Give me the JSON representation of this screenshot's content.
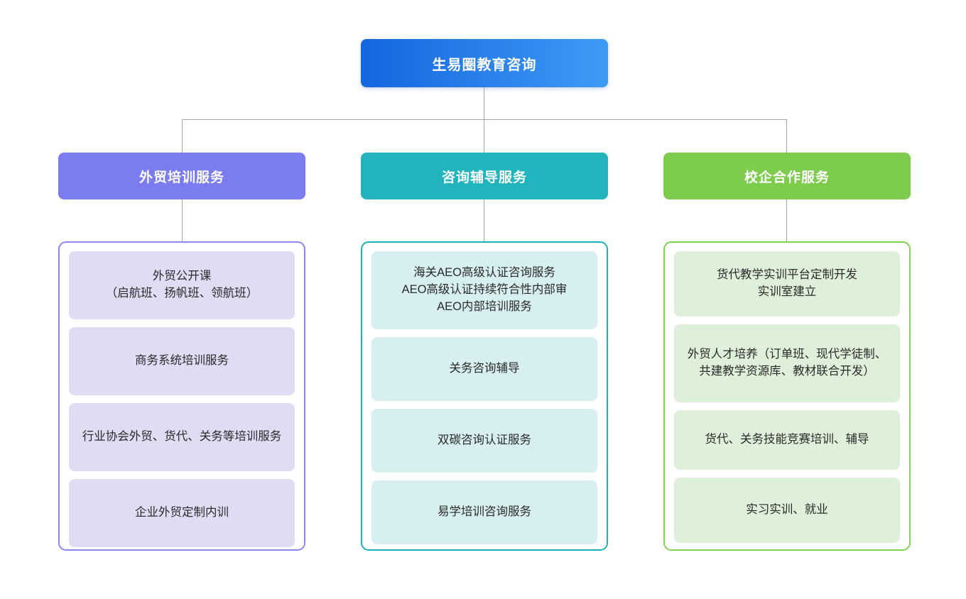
{
  "diagram": {
    "type": "organization-tree",
    "root": {
      "label": "生易圈教育咨询",
      "color_start": "#1666e0",
      "color_end": "#3d9bf5"
    },
    "connector_color": "#9aa5ad",
    "branches": [
      {
        "label": "外贸培训服务",
        "header_color": "#7b7ced",
        "panel_border_color": "#8b86f0",
        "leaf_color": "#dfdcf3",
        "items": [
          "外贸公开课\n（启航班、扬帆班、领航班）",
          "商务系统培训服务",
          "行业协会外贸、货代、关务等培训服务",
          "企业外贸定制内训"
        ]
      },
      {
        "label": "咨询辅导服务",
        "header_color": "#22b4bd",
        "panel_border_color": "#19b3bd",
        "leaf_color": "#d7eff0",
        "items": [
          "海关AEO高级认证咨询服务\nAEO高级认证持续符合性内部审\nAEO内部培训服务",
          "关务咨询辅导",
          "双碳咨询认证服务",
          "易学培训咨询服务"
        ]
      },
      {
        "label": "校企合作服务",
        "header_color": "#7dcc4e",
        "panel_border_color": "#7ed64f",
        "leaf_color": "#dff0da",
        "items": [
          "货代教学实训平台定制开发\n实训室建立",
          "外贸人才培养（订单班、现代学徒制、共建教学资源库、教材联合开发）",
          "货代、关务技能竞赛培训、辅导",
          "实习实训、就业"
        ]
      }
    ]
  }
}
